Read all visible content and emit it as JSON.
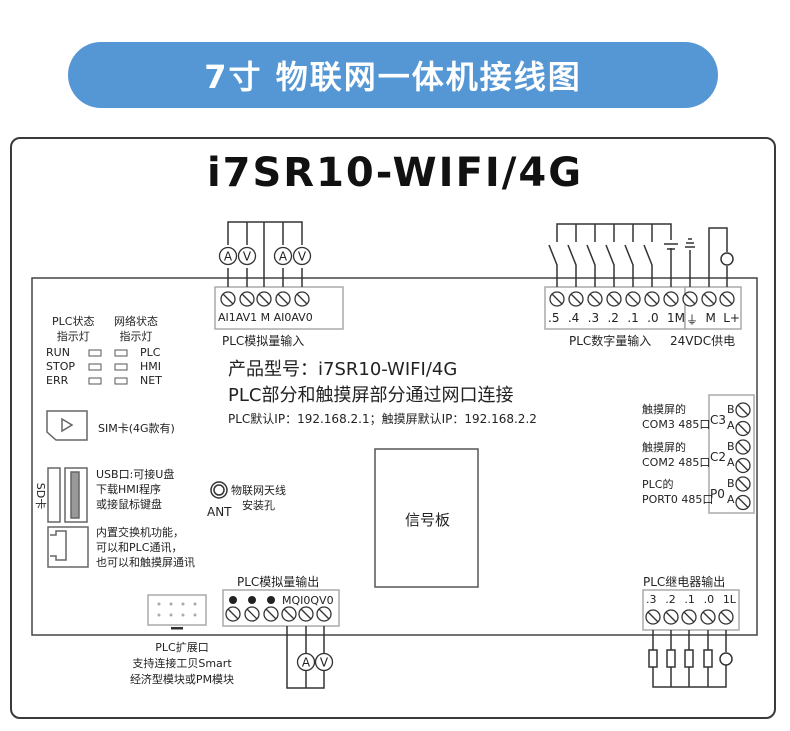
{
  "banner": {
    "title": "7寸 物联网一体机接线图",
    "color": "#5597d4"
  },
  "model_title": "i7SR10-WIFI/4G",
  "analog_input": {
    "terminals": [
      "AI1",
      "AV1",
      "M",
      "AI0",
      "AV0"
    ],
    "terminal_label": "AI1AV1 M AI0AV0",
    "caption": "PLC模拟量输入",
    "meters": [
      "A",
      "V",
      "A",
      "V"
    ]
  },
  "digital_input": {
    "terminals": [
      ".5",
      ".4",
      ".3",
      ".2",
      ".1",
      ".0",
      "1M"
    ],
    "caption": "PLC数字量输入"
  },
  "power": {
    "terminals": [
      "⏚",
      "M",
      "L+"
    ],
    "caption": "24VDC供电"
  },
  "indicators": {
    "plc_header": [
      "PLC状态",
      "指示灯"
    ],
    "net_header": [
      "网络状态",
      "指示灯"
    ],
    "plc_leds": [
      "RUN",
      "STOP",
      "ERR"
    ],
    "net_leds": [
      "PLC",
      "HMI",
      "NET"
    ]
  },
  "sim": {
    "label": "SIM卡(4G款有)"
  },
  "info": {
    "product_model": "产品型号：i7SR10-WIFI/4G",
    "connection": "PLC部分和触摸屏部分通过网口连接",
    "ip_line": "PLC默认IP：192.168.2.1；触摸屏默认IP：192.168.2.2"
  },
  "serial_ports": [
    {
      "line1": "触摸屏的",
      "line2": "COM3 485口",
      "code": "C3"
    },
    {
      "line1": "触摸屏的",
      "line2": "COM2 485口",
      "code": "C2"
    },
    {
      "line1": "PLC的",
      "line2": "PORT0 485口",
      "code": "P0"
    }
  ],
  "serial_pins": [
    "B",
    "A"
  ],
  "sd_label": "SD卡",
  "usb": {
    "lines": [
      "USB口:可接U盘",
      "下载HMI程序",
      "或接鼠标键盘"
    ]
  },
  "ethernet": {
    "lines": [
      "内置交换机功能，",
      "可以和PLC通讯，",
      "也可以和触摸屏通讯"
    ]
  },
  "antenna": {
    "lines": [
      "物联网天线",
      "安装孔"
    ],
    "code": "ANT"
  },
  "signal_board": "信号板",
  "analog_output": {
    "caption": "PLC模拟量输出",
    "terminal_label": "MQI0QV0",
    "meters": [
      "A",
      "V"
    ]
  },
  "expansion": {
    "lines": [
      "PLC扩展口",
      "支持连接工贝Smart",
      "经济型模块或PM模块"
    ]
  },
  "relay_output": {
    "caption": "PLC继电器输出",
    "terminals": [
      ".3",
      ".2",
      ".1",
      ".0",
      "1L"
    ]
  }
}
